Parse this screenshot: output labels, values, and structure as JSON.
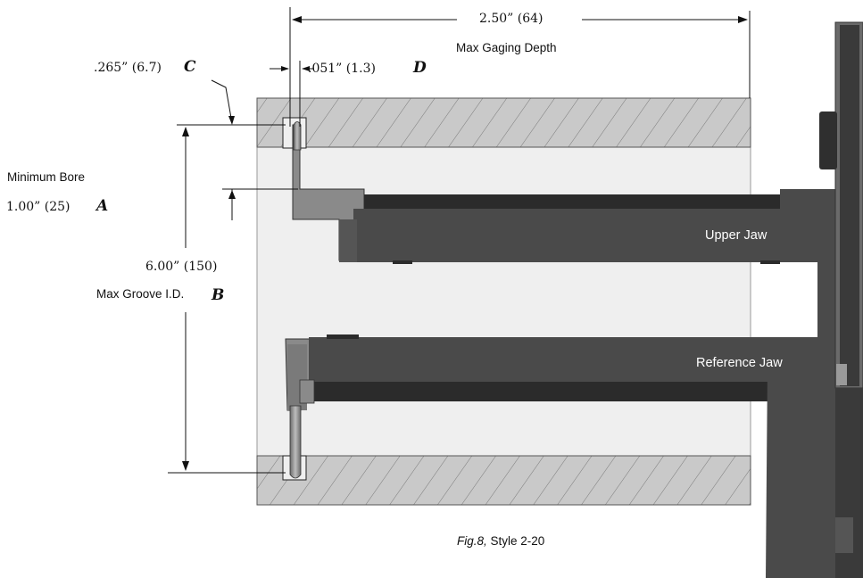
{
  "dimensions": {
    "depth": {
      "value": "2.50” (64)",
      "label": "Max Gaging Depth"
    },
    "c": {
      "value": ".265” (6.7)",
      "letter": "C"
    },
    "d": {
      "value": ".051” (1.3)",
      "letter": "D"
    },
    "a": {
      "label": "Minimum Bore",
      "value": "1.00” (25)",
      "letter": "A"
    },
    "b": {
      "value": "6.00” (150)",
      "label": "Max Groove I.D.",
      "letter": "B"
    }
  },
  "jaws": {
    "upper": "Upper Jaw",
    "reference": "Reference Jaw"
  },
  "caption": {
    "fig": "Fig.8,",
    "style": " Style 2-20"
  },
  "colors": {
    "jaw_dark": "#4a4a4a",
    "jaw_darker": "#2f2f2f",
    "jaw_mid": "#595959",
    "wall_hatch": "#c8c8c8",
    "bore_fill": "#efefef",
    "tip_light": "#9a9a9a"
  }
}
